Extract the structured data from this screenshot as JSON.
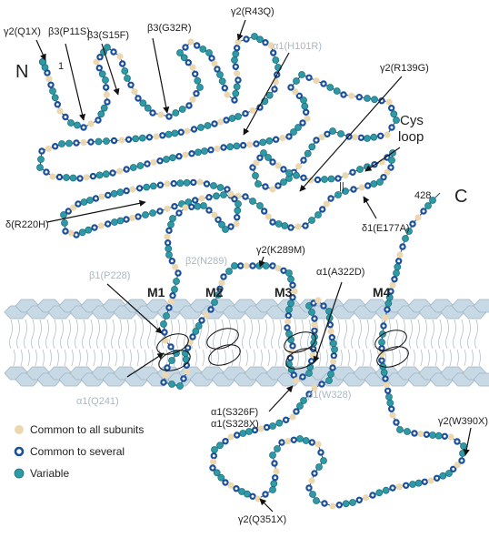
{
  "terminals": {
    "n": "N",
    "c": "C",
    "first_residue": "1",
    "last_residue": "428"
  },
  "segments": [
    "M1",
    "M2",
    "M3",
    "M4"
  ],
  "cys_loop": [
    "Cys",
    "loop"
  ],
  "mutations_black": {
    "q1x": "γ2(Q1X)",
    "p11s": "β3(P11S)",
    "s15f": "β3(S15F)",
    "g32r": "β3(G32R)",
    "r43q": "γ2(R43Q)",
    "r139g": "γ2(R139G)",
    "r220h": "δ(R220H)",
    "e177a": "δ1(E177A)",
    "k289m": "γ2(K289M)",
    "a322d": "α1(A322D)",
    "s326f": "α1(S326F)",
    "s328x": "α1(S328X)",
    "w390x": "γ2(W390X)",
    "q351x": "γ2(Q351X)"
  },
  "mutations_grey": {
    "h101r": "α1(H101R)",
    "n289": "β2(N289)",
    "p228": "β1(P228)",
    "q241": "α1(Q241)",
    "w328": "ρ1(W328)"
  },
  "legend": [
    {
      "label": "Common to all subunits",
      "color": "#ecd8b0"
    },
    {
      "label": "Common to several",
      "color": "#1a4f9c"
    },
    {
      "label": "Variable",
      "color": "#2e9aa8"
    }
  ],
  "colors": {
    "tan": "#ecd8b0",
    "navy": "#1a4f9c",
    "teal": "#2e9aa8",
    "membrane": "#c8d9e6",
    "grey_label": "#a9b8c2"
  }
}
